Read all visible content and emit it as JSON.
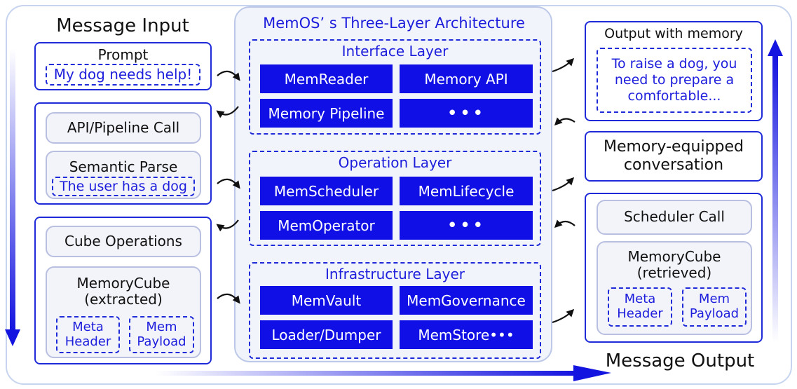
{
  "input": {
    "heading": "Message Input",
    "prompt": {
      "label": "Prompt",
      "text": "My dog needs help!"
    },
    "api_call": "API/Pipeline Call",
    "semantic": {
      "label": "Semantic Parse",
      "text": "The user has a dog"
    },
    "cube_ops": "Cube Operations",
    "cube": {
      "label": "MemoryCube\n(extracted)",
      "meta": "Meta\nHeader",
      "payload": "Mem\nPayload"
    }
  },
  "architecture": {
    "title": "MemOS’ s Three-Layer Architecture",
    "layers": [
      {
        "name": "Interface Layer",
        "modules": [
          "MemReader",
          "Memory API",
          "Memory Pipeline",
          "•••"
        ]
      },
      {
        "name": "Operation Layer",
        "modules": [
          "MemScheduler",
          "MemLifecycle",
          "MemOperator",
          "•••"
        ]
      },
      {
        "name": "Infrastructure Layer",
        "modules": [
          "MemVault",
          "MemGovernance",
          "Loader/Dumper",
          "MemStore•••"
        ]
      }
    ]
  },
  "output": {
    "heading": "Message Output",
    "result": {
      "label": "Output with memory",
      "text": "To raise a dog, you\nneed to prepare a\ncomfortable..."
    },
    "conversation": "Memory-equipped\nconversation",
    "scheduler_call": "Scheduler Call",
    "cube": {
      "label": "MemoryCube\n(retrieved)",
      "meta": "Meta\nHeader",
      "payload": "Mem\nPayload"
    }
  },
  "colors": {
    "accent": "#1010e6",
    "border": "#1f2bd8",
    "panel": "#f1f4fb"
  }
}
